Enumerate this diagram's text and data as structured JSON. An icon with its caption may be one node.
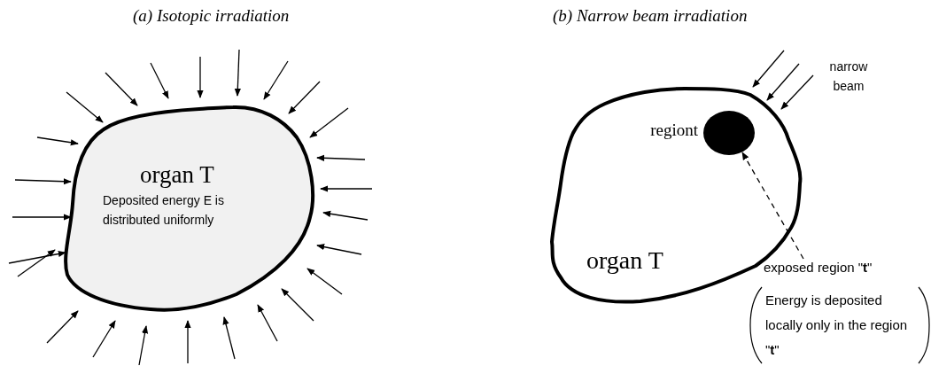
{
  "diagram": {
    "nodes": [
      {
        "text": [
          "organ T",
          "Deposited energy E is distributed uniformly"
        ]
      },
      {
        "text": [
          "organ T"
        ]
      },
      {
        "text": [],
        "shape": "circle",
        "in": 1,
        "beside": [
          "regiont"
        ]
      },
      {
        "text": [
          "exposed region \"**t**\""
        ]
      },
      {
        "text": [
          "Energy is deposited locally only in the region \"**t**\""
        ]
      }
    ],
    "edges": [
      {
        "from": null,
        "to": 0,
        "arrow": "to"
      },
      {
        "from": null,
        "to": 0,
        "arrow": "to"
      },
      {
        "from": null,
        "to": 0,
        "arrow": "to"
      },
      {
        "from": null,
        "to": 0,
        "arrow": "to"
      },
      {
        "from": null,
        "to": 0,
        "arrow": "to"
      },
      {
        "from": null,
        "to": 0,
        "arrow": "to"
      },
      {
        "from": null,
        "to": 0,
        "arrow": "to"
      },
      {
        "from": null,
        "to": 0,
        "arrow": "to"
      },
      {
        "from": null,
        "to": 0,
        "arrow": "to"
      },
      {
        "from": null,
        "to": 0,
        "arrow": "to"
      },
      {
        "from": null,
        "to": 0,
        "arrow": "to"
      },
      {
        "from": null,
        "to": 0,
        "arrow": "to"
      },
      {
        "from": null,
        "to": 0,
        "arrow": "to"
      },
      {
        "from": null,
        "to": 0,
        "arrow": "to"
      },
      {
        "from": null,
        "to": 0,
        "arrow": "to"
      },
      {
        "from": null,
        "to": 0,
        "arrow": "to"
      },
      {
        "from": null,
        "to": 0,
        "arrow": "to"
      },
      {
        "from": null,
        "to": 0,
        "arrow": "to"
      },
      {
        "from": null,
        "to": 0,
        "arrow": "to"
      },
      {
        "from": null,
        "to": 0,
        "arrow": "to"
      },
      {
        "from": null,
        "to": 0,
        "arrow": "to"
      },
      {
        "from": null,
        "to": 0,
        "arrow": "to"
      },
      {
        "from": null,
        "to": 0,
        "arrow": "to"
      },
      {
        "from": null,
        "to": 0,
        "arrow": "to"
      },
      {
        "from": null,
        "to": 0,
        "arrow": "to"
      },
      {
        "from": null,
        "to": 1,
        "arrow": "to"
      },
      {
        "from": null,
        "to": 1,
        "arrow": "to"
      },
      {
        "from": null,
        "to": 1,
        "arrow": "to"
      },
      {
        "from": 3,
        "to": 2,
        "arrow": "to",
        "style": "dashed"
      }
    ],
    "labels": [
      "(a) Isotopic irradiation",
      "(b) Narrow beam irradiation",
      "narrow beam"
    ]
  }
}
